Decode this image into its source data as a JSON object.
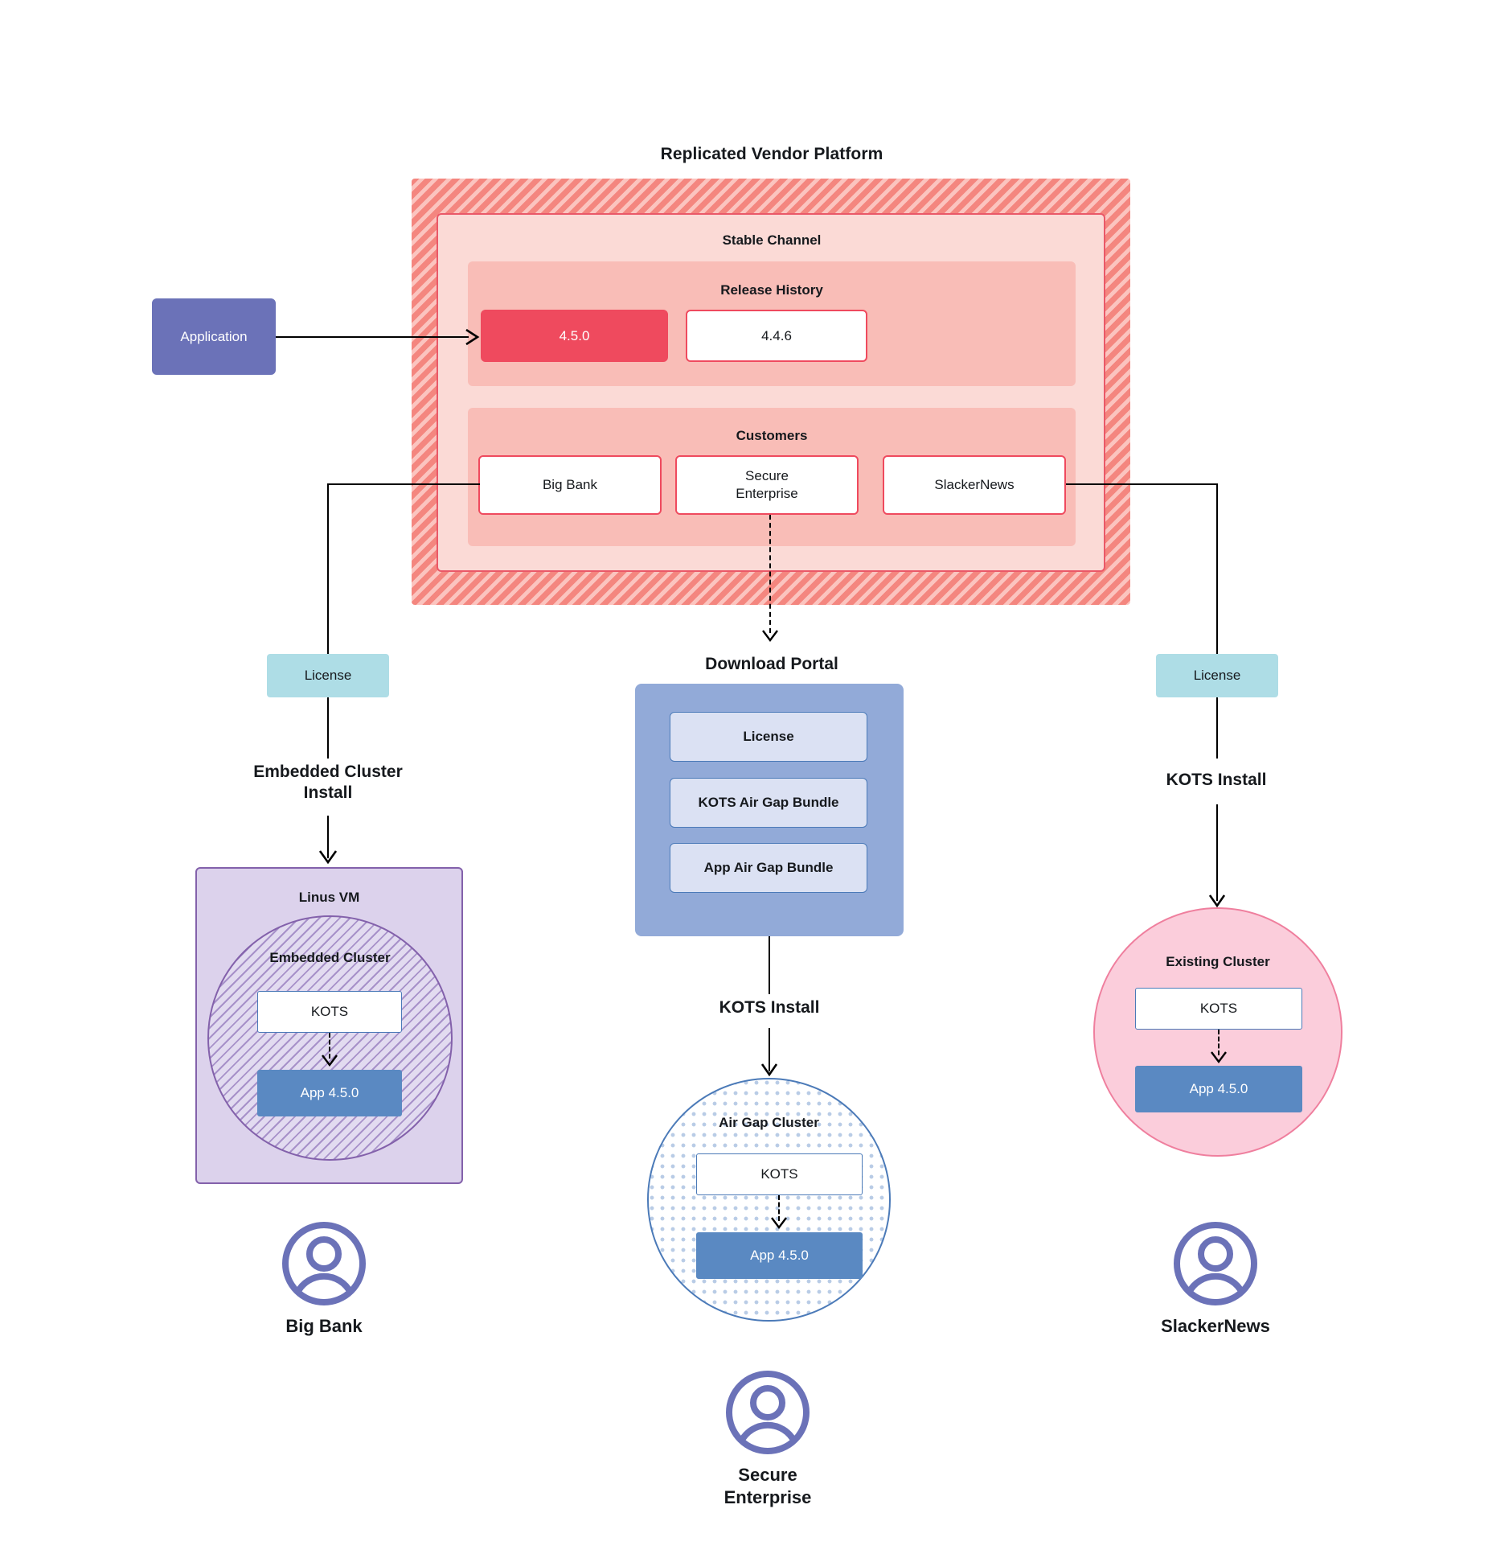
{
  "diagram": {
    "title": "Replicated Vendor Platform",
    "application": {
      "label": "Application"
    },
    "channel": {
      "title": "Stable Channel"
    },
    "release_history": {
      "title": "Release History",
      "releases": [
        {
          "version": "4.5.0",
          "state": "current"
        },
        {
          "version": "4.4.6",
          "state": "previous"
        }
      ]
    },
    "customers": {
      "title": "Customers",
      "items": [
        {
          "name": "Big Bank"
        },
        {
          "name": "Secure\nEnterprise"
        },
        {
          "name": "SlackerNews"
        }
      ]
    },
    "left_branch": {
      "license_label": "License",
      "install_label": "Embedded Cluster\nInstall",
      "vm_title": "Linus VM",
      "cluster_title": "Embedded Cluster",
      "kots_label": "KOTS",
      "app_label": "App 4.5.0",
      "customer_label": "Big Bank"
    },
    "middle_branch": {
      "portal_title": "Download  Portal",
      "portal_items": [
        {
          "label": "License"
        },
        {
          "label": "KOTS Air Gap Bundle"
        },
        {
          "label": "App Air Gap Bundle"
        }
      ],
      "install_label": "KOTS Install",
      "cluster_title": "Air Gap Cluster",
      "kots_label": "KOTS",
      "app_label": "App 4.5.0",
      "customer_label": "Secure\nEnterprise"
    },
    "right_branch": {
      "license_label": "License",
      "install_label": "KOTS Install",
      "cluster_title": "Existing Cluster",
      "kots_label": "KOTS",
      "app_label": "App 4.5.0",
      "customer_label": "SlackerNews"
    },
    "colors": {
      "platform_hatch": "#f4867f",
      "channel_bg": "#fbdad6",
      "release_current": "#ef4a5e",
      "application": "#6b72b8",
      "license": "#aedde6",
      "portal": "#92aad8",
      "vm": "#dcd2ec",
      "existing_cluster": "#fbcddb",
      "app_version": "#5a89c2",
      "avatar": "#6b72b8"
    }
  }
}
